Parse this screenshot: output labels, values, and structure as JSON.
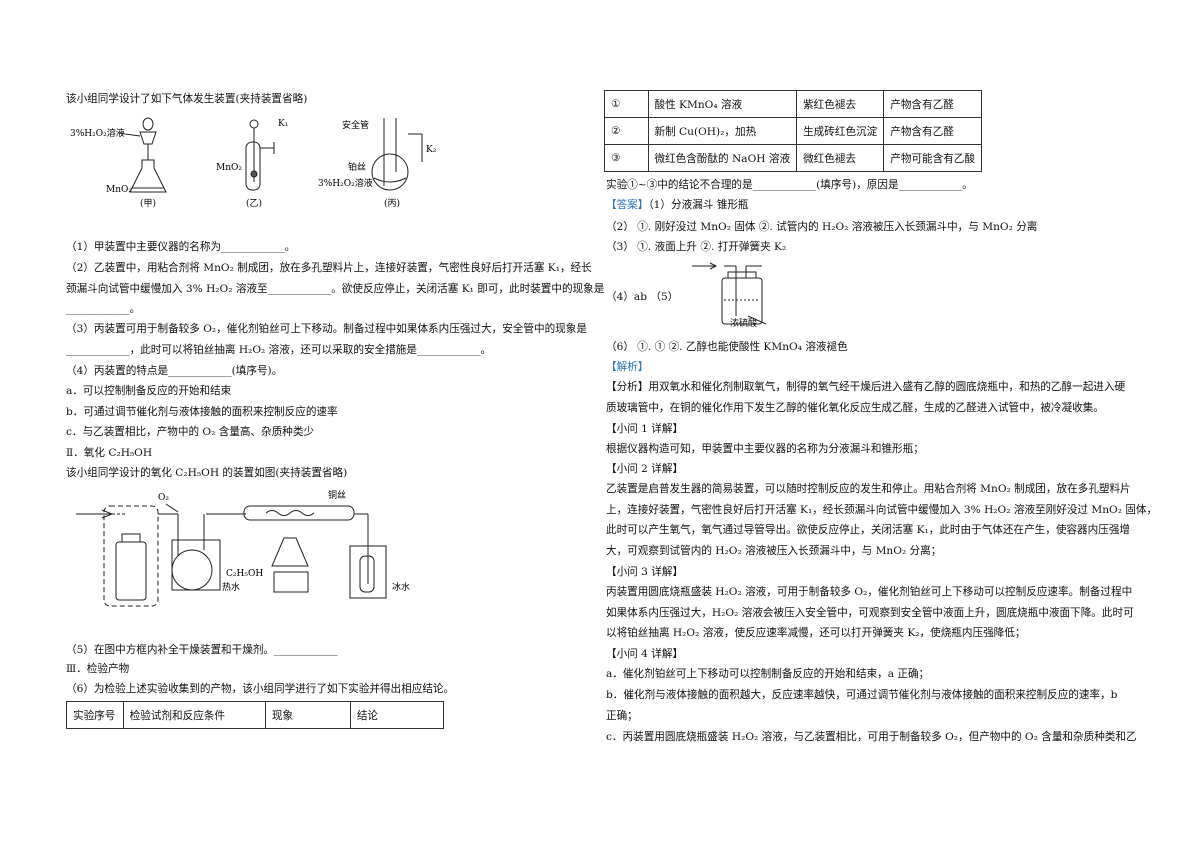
{
  "left": {
    "intro": "该小组同学设计了如下气体发生装置(夹持装置省略)",
    "fig1": {
      "labels_a": [
        "3%H₂O₂溶液",
        "MnO₂",
        "(甲)"
      ],
      "labels_b": [
        "K₁",
        "MnO₂",
        "(乙)"
      ],
      "labels_c": [
        "安全管",
        "K₂",
        "铂丝",
        "3%H₂O₂溶液",
        "(丙)"
      ]
    },
    "q1": "（1）甲装置中主要仪器的名称为____________。",
    "q2_l1": "（2）乙装置中，用粘合剂将 MnO₂ 制成团，放在多孔塑料片上，连接好装置，气密性良好后打开活塞 K₁，经长",
    "q2_l2": "颈漏斗向试管中缓慢加入 3% H₂O₂ 溶液至____________。欲使反应停止，关闭活塞 K₁ 即可，此时装置中的现象是",
    "q2_l3": "____________。",
    "q3_l1": "（3）丙装置可用于制备较多 O₂，催化剂铂丝可上下移动。制备过程中如果体系内压强过大，安全管中的现象是",
    "q3_l2": "____________，此时可以将铂丝抽离 H₂O₂ 溶液，还可以采取的安全措施是____________。",
    "q4": "（4）丙装置的特点是____________(填序号)。",
    "opt_a": "a．可以控制制备反应的开始和结束",
    "opt_b": "b．可通过调节催化剂与液体接触的面积来控制反应的速率",
    "opt_c": "c．与乙装置相比，产物中的 O₂ 含量高、杂质种类少",
    "sec2": "Ⅱ．氧化 C₂H₅OH",
    "sec2_intro": "该小组同学设计的氧化 C₂H₅OH 的装置如图(夹持装置省略)",
    "fig2": {
      "labels": [
        "O₂",
        "铜丝",
        "C₂H₅OH",
        "热水",
        "冰水"
      ]
    },
    "q5": "（5）在图中方框内补全干燥装置和干燥剂。____________",
    "sec3": "Ⅲ．检验产物",
    "q6": "（6）为检验上述实验收集到的产物，该小组同学进行了如下实验并得出相应结论。",
    "table_header": [
      "实验序号",
      "检验试剂和反应条件",
      "现象",
      "结论"
    ]
  },
  "right": {
    "table_rows": [
      [
        "①",
        "酸性 KMnO₄ 溶液",
        "紫红色褪去",
        "产物含有乙醛"
      ],
      [
        "②",
        "新制 Cu(OH)₂，加热",
        "生成砖红色沉淀",
        "产物含有乙醛"
      ],
      [
        "③",
        "微红色含酚酞的 NaOH 溶液",
        "微红色褪去",
        "产物可能含有乙酸"
      ]
    ],
    "after_table": "实验①~③中的结论不合理的是____________(填序号)，原因是____________。",
    "answer_tag": "【答案】",
    "answer_1": "（1）分液漏斗  锥形瓶",
    "answer_2": "（2）    ①. 刚好没过 MnO₂ 固体      ②. 试管内的 H₂O₂ 溶液被压入长颈漏斗中，与 MnO₂ 分离",
    "answer_3": "（3）    ①. 液面上升      ②. 打开弹簧夹 K₂",
    "answer_45": "（4）ab        （5）",
    "answer_fig_label": "浓硫酸",
    "answer_6": "（6）    ①. ①      ②. 乙醇也能使酸性 KMnO₄ 溶液褪色",
    "analysis_tag": "【解析】",
    "analysis_l1": "【分析】用双氧水和催化剂制取氧气，制得的氧气经干燥后进入盛有乙醇的圆底烧瓶中，和热的乙醇一起进入硬",
    "analysis_l2": "质玻璃管中，在铜的催化作用下发生乙醇的催化氧化反应生成乙醛，生成的乙醛进入试管中，被冷凝收集。",
    "sub1": "【小问 1 详解】",
    "sub1_text": "根据仪器构造可知，甲装置中主要仪器的名称为分液漏斗和锥形瓶；",
    "sub2": "【小问 2 详解】",
    "sub2_l1": "乙装置是启普发生器的简易装置，可以随时控制反应的发生和停止。用粘合剂将 MnO₂ 制成团，放在多孔塑料片",
    "sub2_l2": "上，连接好装置，气密性良好后打开活塞 K₁，经长颈漏斗向试管中缓慢加入 3% H₂O₂ 溶液至刚好没过 MnO₂ 固体，",
    "sub2_l3": "此时可以产生氧气，氧气通过导管导出。欲使反应停止，关闭活塞 K₁，此时由于气体还在产生，使容器内压强增",
    "sub2_l4": "大，可观察到试管内的 H₂O₂ 溶液被压入长颈漏斗中，与 MnO₂ 分离；",
    "sub3": "【小问 3 详解】",
    "sub3_l1": "丙装置用圆底烧瓶盛装 H₂O₂ 溶液，可用于制备较多 O₂，催化剂铂丝可上下移动可以控制反应速率。制备过程中",
    "sub3_l2": "如果体系内压强过大，H₂O₂ 溶液会被压入安全管中，可观察到安全管中液面上升，圆底烧瓶中液面下降。此时可",
    "sub3_l3": "以将铂丝抽离 H₂O₂ 溶液，使反应速率减慢，还可以打开弹簧夹 K₂，使烧瓶内压强降低；",
    "sub4": "【小问 4 详解】",
    "sub4_a": "a．催化剂铂丝可上下移动可以控制制备反应的开始和结束，a 正确；",
    "sub4_b1": "b．催化剂与液体接触的面积越大，反应速率越快，可通过调节催化剂与液体接触的面积来控制反应的速率，b",
    "sub4_b2": "正确；",
    "sub4_c": "c．丙装置用圆底烧瓶盛装 H₂O₂ 溶液，与乙装置相比，可用于制备较多 O₂，但产物中的 O₂ 含量和杂质种类和乙"
  }
}
